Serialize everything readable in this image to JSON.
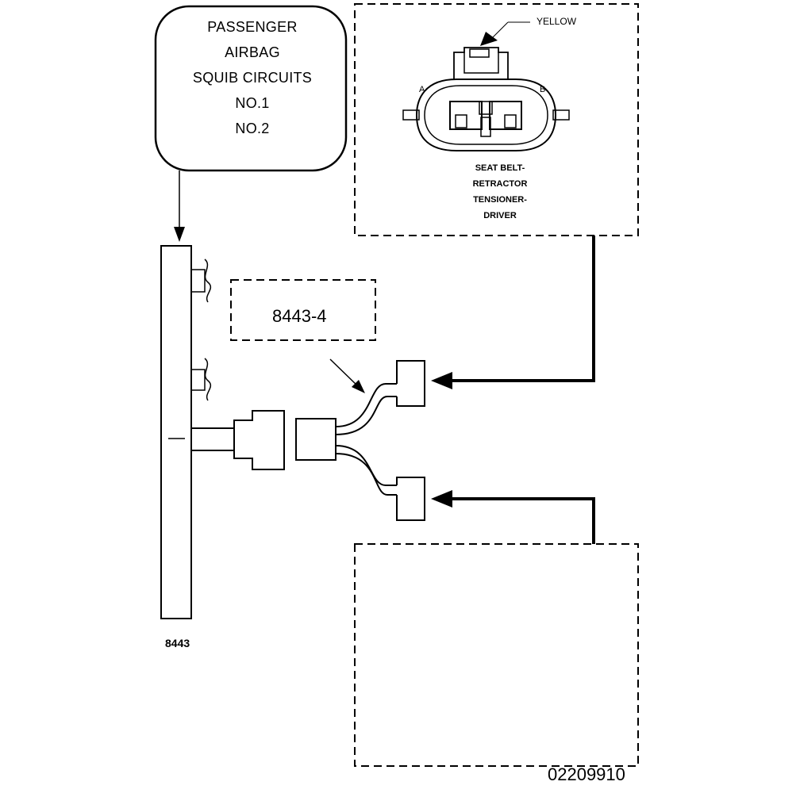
{
  "callout": {
    "lines": [
      "PASSENGER",
      "AIRBAG",
      "SQUIB CIRCUITS",
      "NO.1",
      "NO.2"
    ]
  },
  "connector": {
    "wire_color_label": "YELLOW",
    "terminal_a": "A",
    "terminal_b": "B",
    "caption_lines": [
      "SEAT BELT-",
      "RETRACTOR",
      "TENSIONER-",
      "DRIVER"
    ]
  },
  "tool": {
    "adapter_label": "8443-4",
    "main_label": "8443"
  },
  "figure_number": "02209910"
}
